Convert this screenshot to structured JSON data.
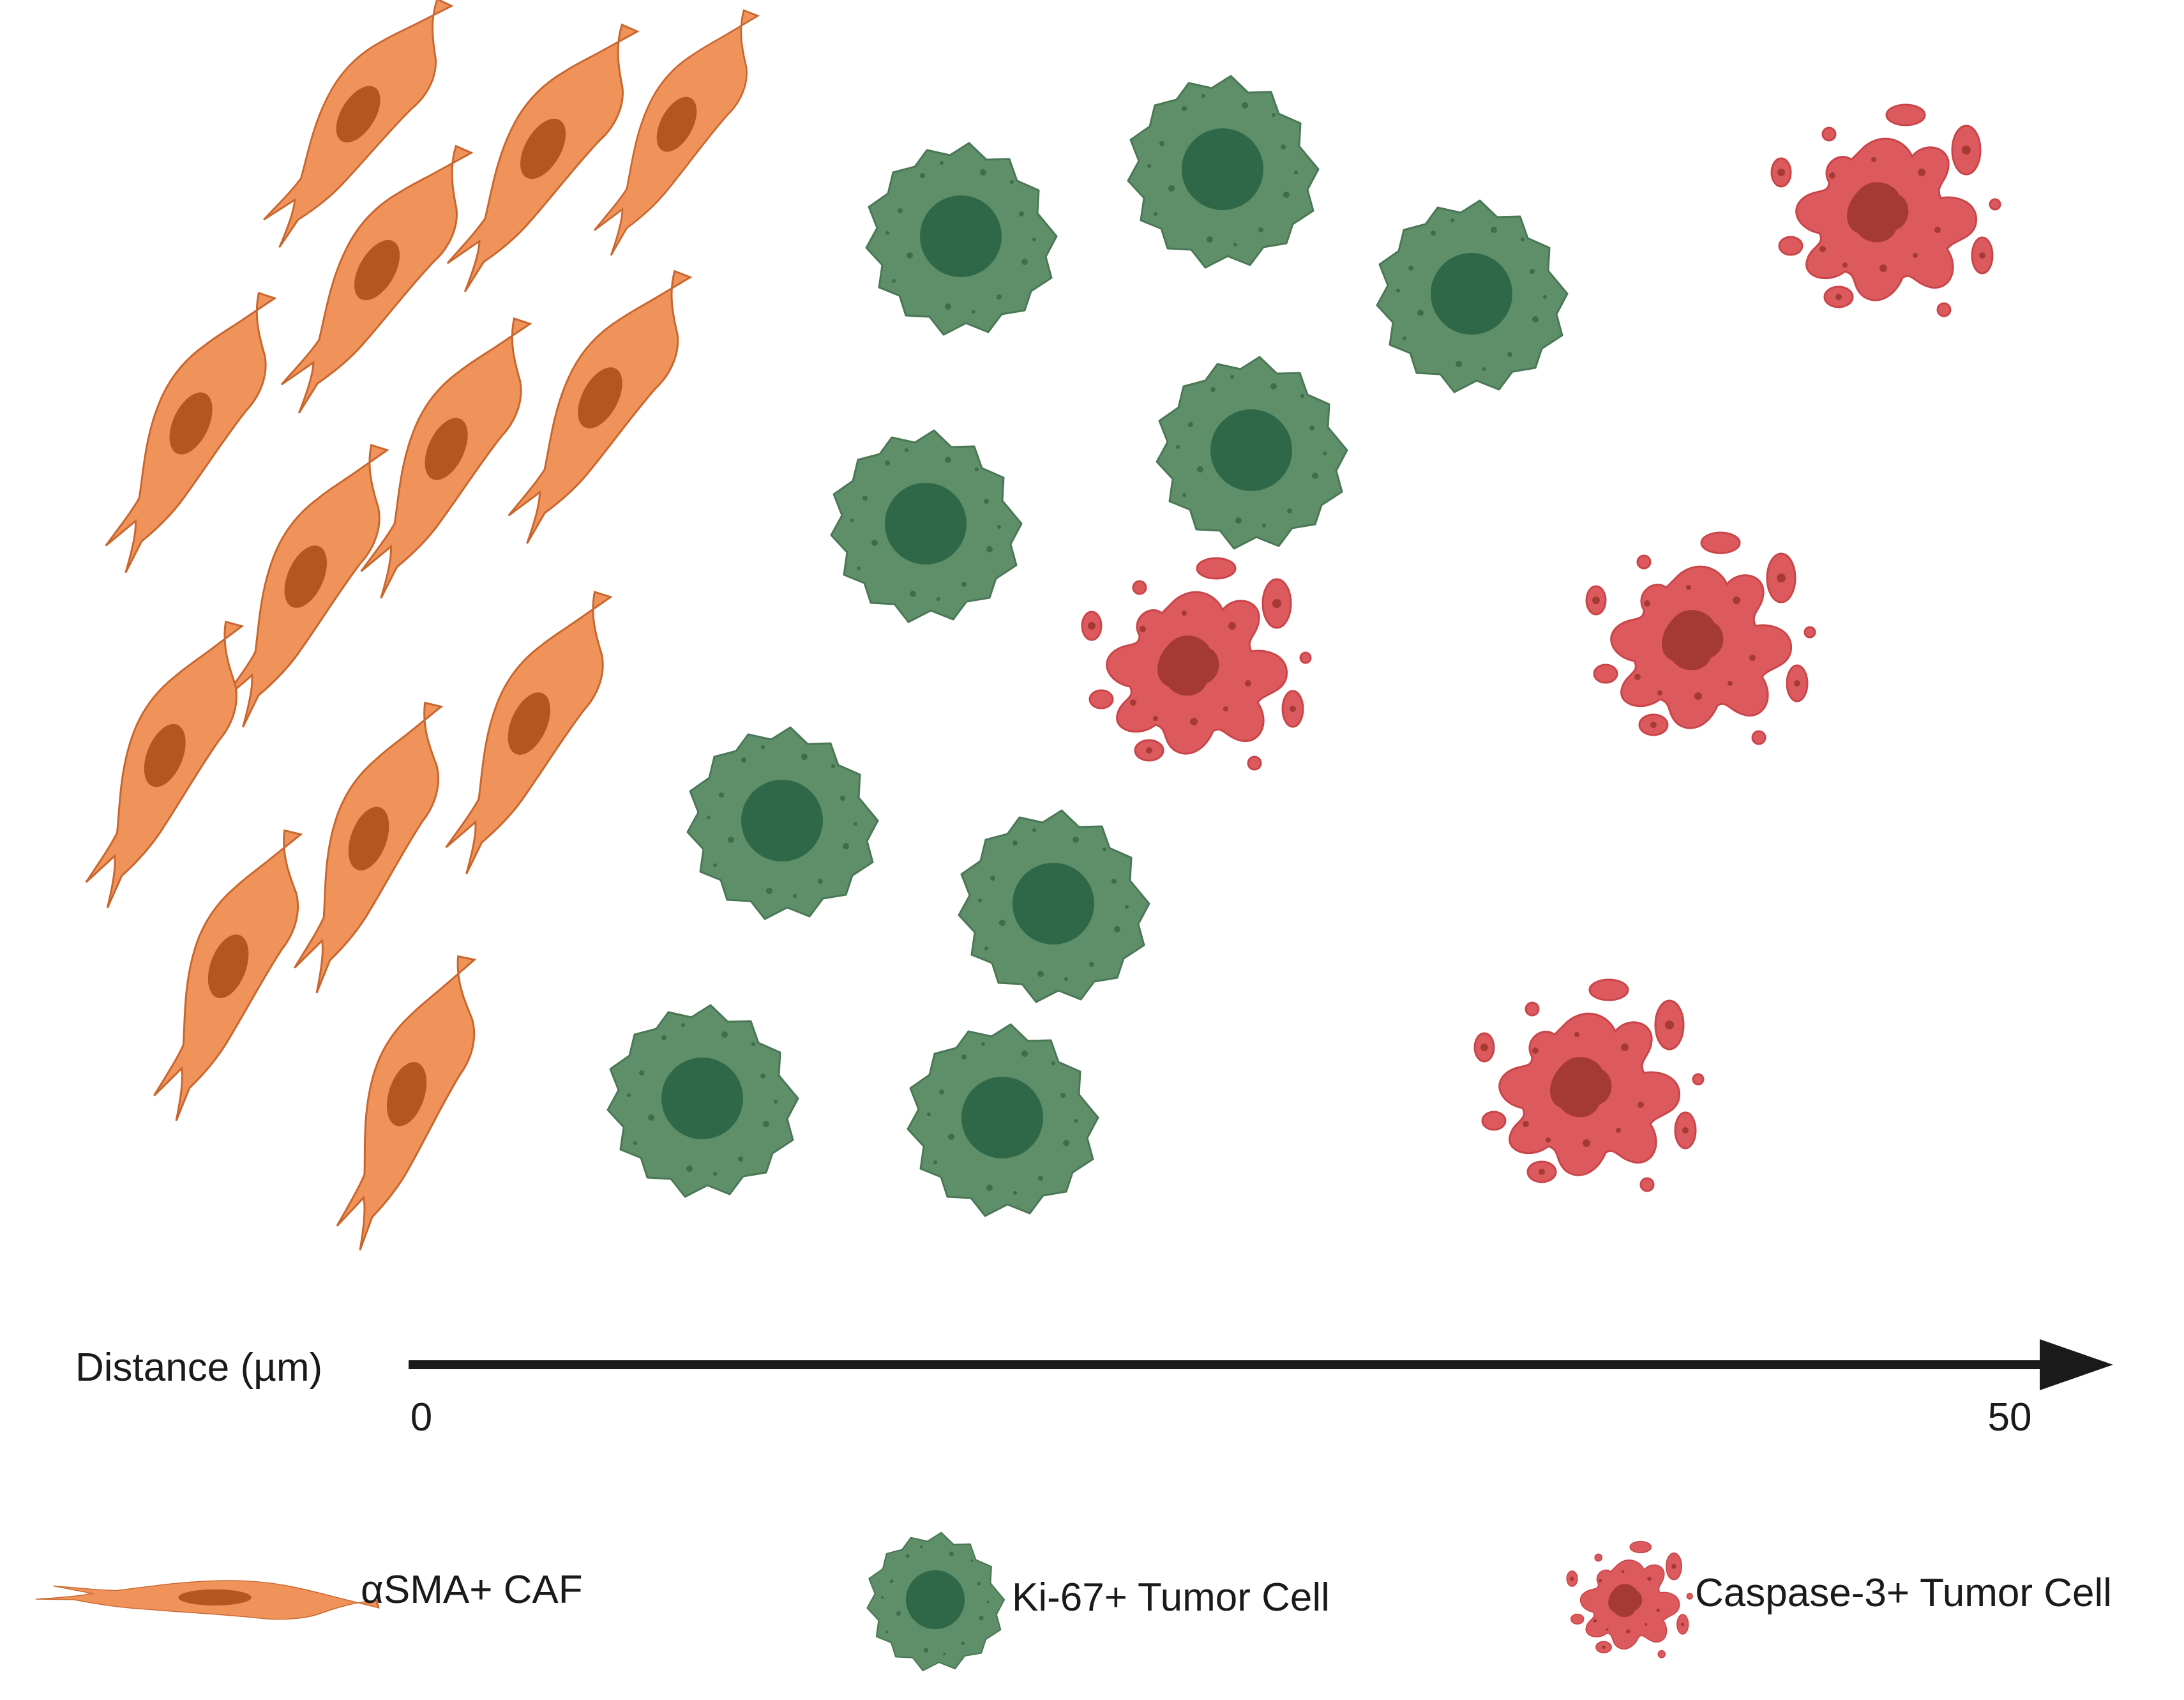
{
  "axis": {
    "label": "Distance (µm)",
    "start_label": "0",
    "end_label": "50"
  },
  "legend": [
    {
      "id": "caf",
      "label": "αSMA+ CAF",
      "icon": "caf-cell-icon"
    },
    {
      "id": "ki67",
      "label": "Ki-67+ Tumor Cell",
      "icon": "ki67-tumor-cell-icon"
    },
    {
      "id": "casp3",
      "label": "Caspase-3+ Tumor Cell",
      "icon": "caspase3-tumor-cell-icon"
    }
  ],
  "colors": {
    "caf_body": "#f0935a",
    "caf_nucleus": "#b4561f",
    "ki67_body": "#5f8f69",
    "ki67_nucleus": "#2f6848",
    "casp3_body": "#dc5a5e",
    "casp3_nucleus": "#a53a34",
    "axis": "#1a1a1a"
  }
}
